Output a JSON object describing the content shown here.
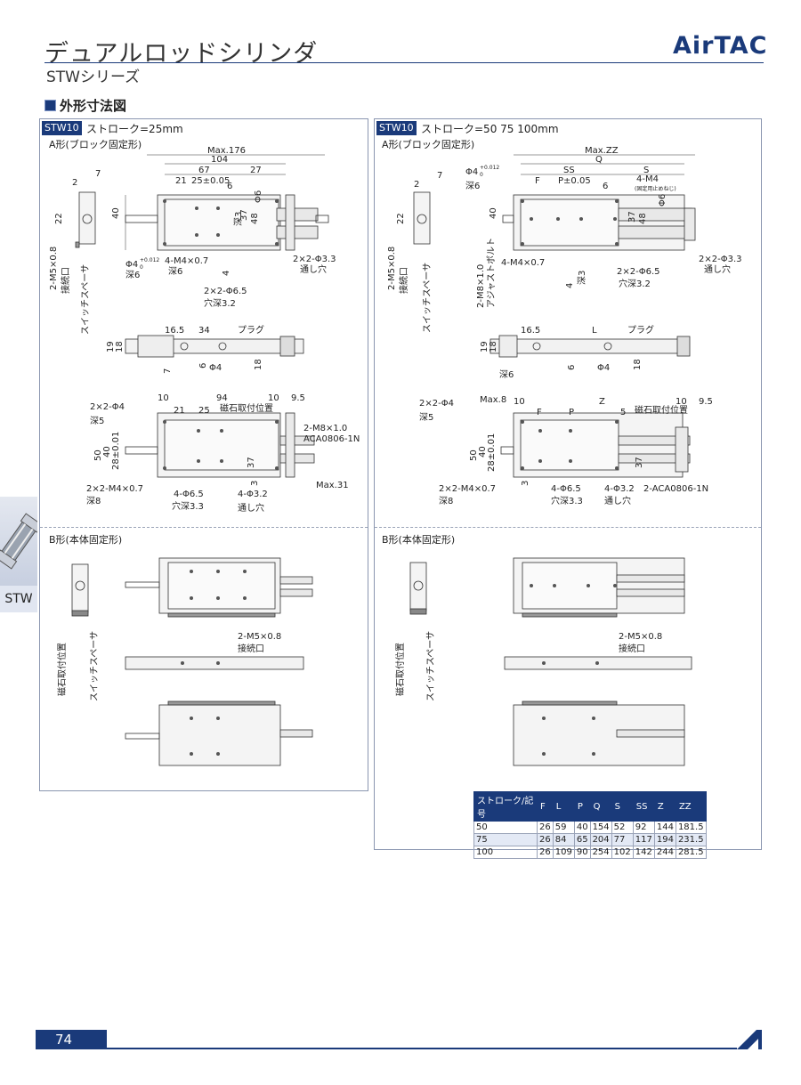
{
  "header": {
    "title": "デュアルロッドシリンダ",
    "subtitle": "STWシリーズ",
    "brand": "AirTAC"
  },
  "section": {
    "heading": "外形寸法図"
  },
  "side_tab": {
    "label": "STW"
  },
  "left_panel": {
    "model": "STW10",
    "stroke": "ストローク=25mm",
    "type_a": "A形(ブロック固定形)",
    "type_b": "B形(本体固定形)",
    "dims": {
      "max176": "Max.176",
      "d104": "104",
      "d67": "67",
      "d27": "27",
      "d21": "21",
      "d25pm": "25±0.05",
      "d6": "6",
      "phi6": "Φ6",
      "d40": "40",
      "d48": "48",
      "d37": "37",
      "d22": "22",
      "d2": "2",
      "d7": "7",
      "phi3_3": "2×2-Φ3.3",
      "through": "通し穴",
      "m4": "4-M4×0.7",
      "deep6a": "深6",
      "deep6b": "深6",
      "phi4_a": "Φ4",
      "tol012": "+0.012",
      "tol0": "0",
      "sq": "深3",
      "d4": "4",
      "phi6_5": "2×2-Φ6.5",
      "hole32": "穴深3.2",
      "m5": "2-M5×0.8",
      "port": "接続口",
      "spacer": "スイッチスペーサ",
      "s16_5": "16.5",
      "s34": "34",
      "plug": "プラグ",
      "s19": "19",
      "s18": "18",
      "s7": "7",
      "s6": "6",
      "phi4_b": "Φ4",
      "s18b": "18",
      "b10": "10",
      "b94": "94",
      "b10b": "10",
      "b9_5": "9.5",
      "b21": "21",
      "b25": "25",
      "magnet": "磁石取付位置",
      "phi4_c": "2×2-Φ4",
      "deep5": "深5",
      "b50": "50",
      "b40": "40",
      "b28": "28±0.01",
      "m8": "2-M8×1.0",
      "aca": "ACA0806-1N",
      "b37": "37",
      "b3": "3",
      "m4b": "2×2-M4×0.7",
      "deep8": "深8",
      "phi6_5b": "4-Φ6.5",
      "hole33": "穴深3.3",
      "phi3_2": "4-Φ3.2",
      "through2": "通し穴",
      "max31": "Max.31"
    },
    "b_dims": {
      "magnet": "磁石取付位置",
      "spacer": "スイッチスペーサ",
      "m5": "2-M5×0.8",
      "port": "接続口"
    }
  },
  "right_panel": {
    "model": "STW10",
    "stroke": "ストローク=50 75 100mm",
    "type_a": "A形(ブロック固定形)",
    "type_b": "B形(本体固定形)",
    "dims": {
      "maxzz": "Max.ZZ",
      "q": "Q",
      "ss": "SS",
      "s": "S",
      "f": "F",
      "ppm": "P±0.05",
      "d6": "6",
      "m4": "4-M4",
      "fixnote": "(固定用止めねじ)",
      "phi6": "Φ6",
      "phi4": "Φ4",
      "tol012": "+0.012",
      "tol0": "0",
      "deep6": "深6",
      "d2": "2",
      "d7": "7",
      "d22": "22",
      "d40": "40",
      "d48": "48",
      "d37": "37",
      "phi3_3": "2×2-Φ3.3",
      "through": "通し穴",
      "m4b": "4-M4×0.7",
      "m8": "2-M8×1.0",
      "adjust": "アジャストボルト",
      "phi6_5": "2×2-Φ6.5",
      "hole32": "穴深3.2",
      "d4": "4",
      "sq": "深3",
      "m5": "2-M5×0.8",
      "port": "接続口",
      "spacer": "スイッチスペーサ",
      "s16_5": "16.5",
      "l": "L",
      "plug": "プラグ",
      "s19": "19",
      "s18": "18",
      "s6": "6",
      "deep6b": "深6",
      "phi4_b": "Φ4",
      "s18b": "18",
      "phi4_c": "2×2-Φ4",
      "max8": "Max.8",
      "b10": "10",
      "z": "Z",
      "b10b": "10",
      "b9_5": "9.5",
      "deep5": "深5",
      "f2": "F",
      "p2": "P",
      "b5": "5",
      "magnet": "磁石取付位置",
      "b50": "50",
      "b40": "40",
      "b28": "28±0.01",
      "b37": "37",
      "b3": "3",
      "m4c": "2×2-M4×0.7",
      "deep8": "深8",
      "phi6_5b": "4-Φ6.5",
      "hole33": "穴深3.3",
      "phi3_2": "4-Φ3.2",
      "aca": "2-ACA0806-1N",
      "through2": "通し穴"
    },
    "b_dims": {
      "magnet": "磁石取付位置",
      "spacer": "スイッチスペーサ",
      "m5": "2-M5×0.8",
      "port": "接続口"
    }
  },
  "table": {
    "headers": [
      "ストローク/記号",
      "F",
      "L",
      "P",
      "Q",
      "S",
      "SS",
      "Z",
      "ZZ"
    ],
    "rows": [
      [
        "50",
        "26",
        "59",
        "40",
        "154",
        "52",
        "92",
        "144",
        "181.5"
      ],
      [
        "75",
        "26",
        "84",
        "65",
        "204",
        "77",
        "117",
        "194",
        "231.5"
      ],
      [
        "100",
        "26",
        "109",
        "90",
        "254",
        "102",
        "142",
        "244",
        "281.5"
      ]
    ]
  },
  "footer": {
    "page_number": "74"
  },
  "colors": {
    "brand_navy": "#1a3a7a",
    "table_alt_row": "#e3e9f5",
    "panel_border": "#8a96b0"
  }
}
